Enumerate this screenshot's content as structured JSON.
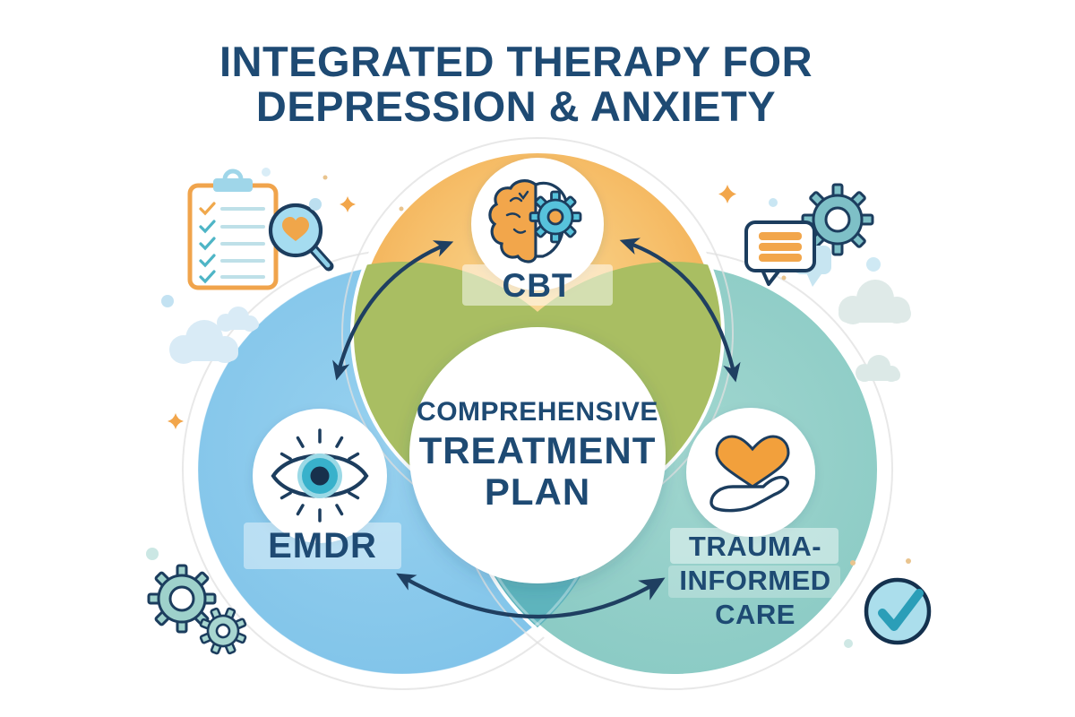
{
  "title": {
    "line1": "INTEGRATED THERAPY FOR",
    "line2": "DEPRESSION & ANXIETY"
  },
  "center": {
    "line1": "COMPREHENSIVE",
    "line2": "TREATMENT",
    "line3": "PLAN"
  },
  "circles": {
    "cbt": {
      "label": "CBT",
      "icon": "brain-gear-icon",
      "color": "#F3AF55"
    },
    "emdr": {
      "label": "EMDR",
      "icon": "eye-icon",
      "color": "#7FC4E9"
    },
    "trauma": {
      "label_line1": "TRAUMA-",
      "label_line2": "INFORMED",
      "label_line3": "CARE",
      "icon": "heart-in-hand-icon",
      "color": "#8CCBC5"
    }
  },
  "overlaps": {
    "cbt_emdr": "#A9BE62",
    "cbt_trauma": "#A9BE62",
    "emdr_trauma": "#5EB4BD"
  },
  "colors": {
    "navy_text": "#1E4A73",
    "arrow": "#1F3F61",
    "accent_orange": "#F2A64B",
    "accent_teal": "#4EB5C6",
    "accent_light_blue": "#A5DCF0"
  },
  "decorations": {
    "top_left": [
      "clipboard-checklist-icon",
      "heart-magnifier-icon",
      "sparkle-icon"
    ],
    "top_right": [
      "chat-bubbles-icon",
      "gear-icon",
      "sparkle-icon"
    ],
    "bottom_left": [
      "gears-icon",
      "sparkle-icon"
    ],
    "bottom_right": [
      "check-circle-icon"
    ],
    "background": [
      "cloud",
      "cloud",
      "cloud",
      "cloud",
      "dots"
    ]
  }
}
